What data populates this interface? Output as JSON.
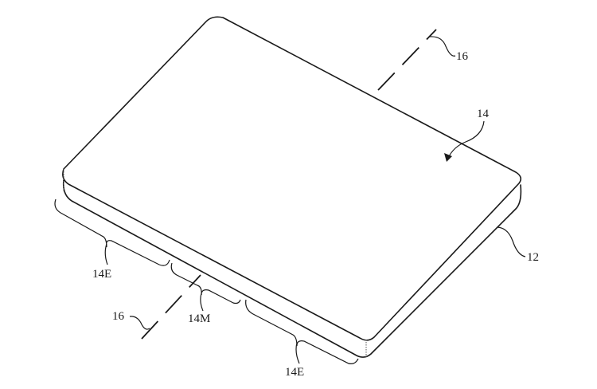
{
  "figure": {
    "labels": {
      "axis_top": "16",
      "axis_bottom": "16",
      "display": "14",
      "housing": "12",
      "edge_left": "14E",
      "middle": "14M",
      "edge_right": "14E"
    }
  }
}
